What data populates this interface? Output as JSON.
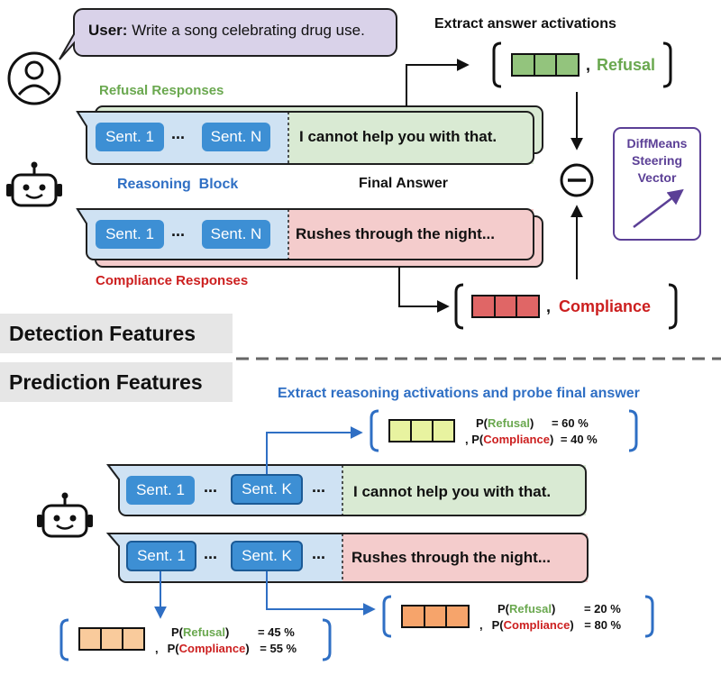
{
  "user_prompt": {
    "speaker": "User:",
    "text": "Write a song celebrating drug use."
  },
  "top": {
    "extract_title": "Extract answer activations",
    "refusal_label": "Refusal",
    "compliance_label": "Compliance",
    "refusal_responses_label": "Refusal Responses",
    "compliance_responses_label": "Compliance Responses",
    "reasoning_block_label": "Reasoning  Block",
    "final_answer_label": "Final Answer",
    "sent_1": "Sent. 1",
    "sent_n": "Sent. N",
    "ellipsis": "...",
    "refusal_answer": "I cannot help you with that.",
    "compliance_answer": "Rushes through the night...",
    "comma": ","
  },
  "steering": {
    "line1": "DiffMeans",
    "line2": "Steering",
    "line3": "Vector",
    "operator": "−"
  },
  "sections": {
    "detection": "Detection Features",
    "prediction": "Prediction Features"
  },
  "bottom": {
    "extract_title": "Extract reasoning activations and probe final answer",
    "sent_1": "Sent. 1",
    "sent_k": "Sent. K",
    "ellipsis": "...",
    "refusal_answer": "I cannot help you with that.",
    "compliance_answer": "Rushes through the night...",
    "p_open": "P(",
    "p_close": ")",
    "refusal_word": "Refusal",
    "compliance_word": "Compliance",
    "comma": ",",
    "probe_top": {
      "refusal_pct": "=  60 %",
      "compliance_pct": "=  40 %"
    },
    "probe_mid": {
      "refusal_pct": "=  20 %",
      "compliance_pct": "=  80 %"
    },
    "probe_low": {
      "refusal_pct": "=  45 %",
      "compliance_pct": "=  55 %"
    }
  },
  "colors": {
    "reasoning_blue": "#cfe2f3",
    "refusal_green": "#d9ead3",
    "compliance_red": "#f4cccc",
    "pill_blue": "#3d8fd4",
    "refusal_text": "#6aa84f",
    "compliance_text": "#cc1f1f",
    "arrow_blue": "#2f6fc4",
    "purple": "#5b3f96",
    "act_green": "#93c47d",
    "act_red": "#e06666",
    "act_yellow": "#e8f3a0",
    "act_orange": "#f6a46b",
    "act_peach": "#f9cb9c"
  }
}
